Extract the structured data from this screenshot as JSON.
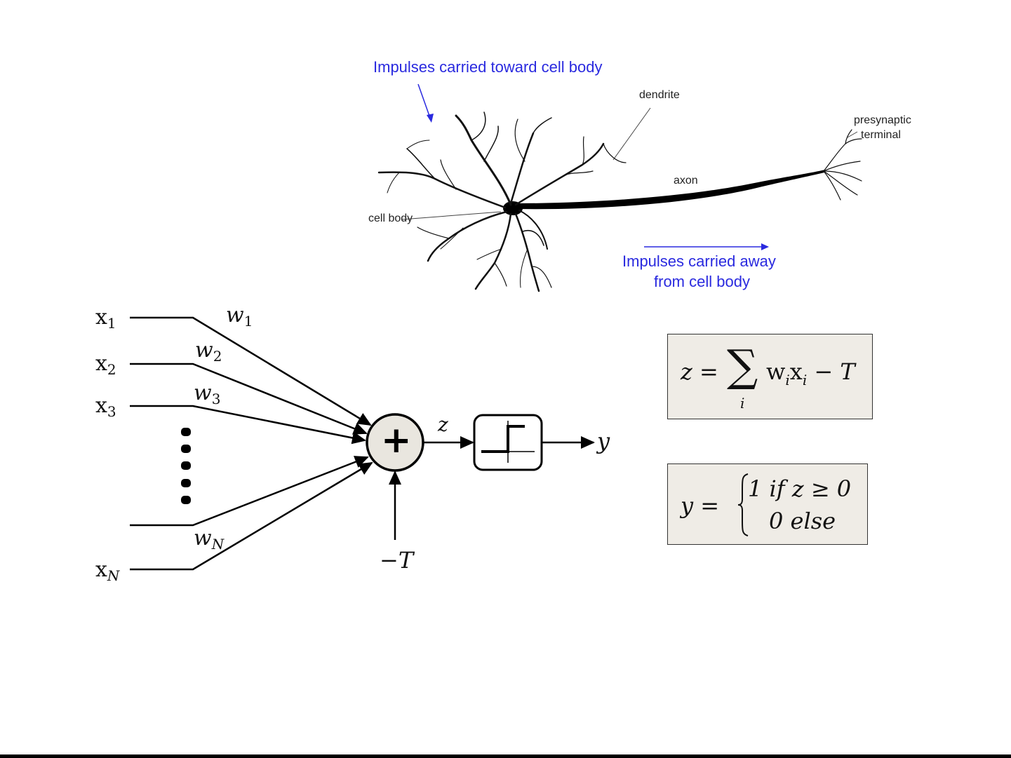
{
  "neuron": {
    "impulses_toward": "Impulses carried toward cell body",
    "dendrite": "dendrite",
    "presynaptic_line1": "presynaptic",
    "presynaptic_line2": "terminal",
    "axon": "axon",
    "cell_body": "cell body",
    "impulses_away_line1": "Impulses carried away",
    "impulses_away_line2": "from cell body",
    "label_color": "#2a2adf"
  },
  "perceptron": {
    "inputs": [
      {
        "x": "x",
        "sub": "1",
        "w": "w",
        "wsub": "1"
      },
      {
        "x": "x",
        "sub": "2",
        "w": "w",
        "wsub": "2"
      },
      {
        "x": "x",
        "sub": "3",
        "w": "w",
        "wsub": "3"
      },
      {
        "x": "x",
        "sub": "N",
        "w": "w",
        "wsub": "N"
      }
    ],
    "sum_symbol": "+",
    "z_label": "z",
    "y_label": "y",
    "threshold_label": "−T",
    "node_fill": "#e9e6df"
  },
  "equations": {
    "z_lhs": "z =",
    "sum_sign": "∑",
    "sum_index": "i",
    "z_rhs_w": "w",
    "z_rhs_x": "x",
    "z_rhs_i": "i",
    "z_rhs_minus": "− T",
    "y_lhs": "y =",
    "case1": "1 if z ≥ 0",
    "case2": "0 else",
    "box_fill": "#efece6"
  }
}
